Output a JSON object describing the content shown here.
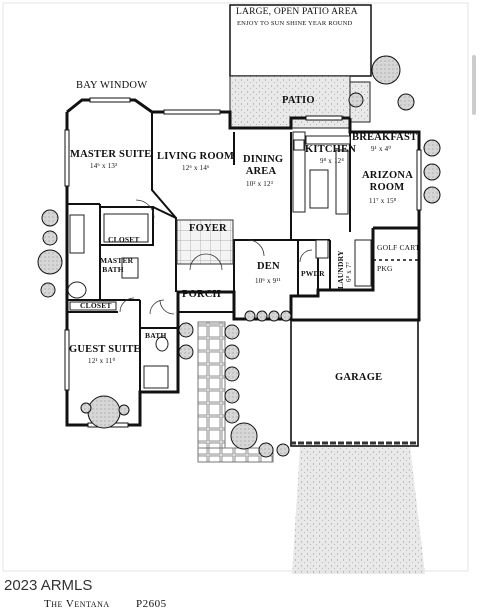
{
  "patio_note": {
    "title": "LARGE, OPEN PATIO AREA",
    "subtitle": "ENJOY TO SUN SHINE YEAR ROUND"
  },
  "labels": {
    "bay_window": "BAY WINDOW",
    "patio": "PATIO",
    "breakfast": "BREAKFAST",
    "breakfast_dim": "9¹ x 4⁰",
    "master_suite": "MASTER SUITE",
    "master_suite_dim": "14⁶ x 13³",
    "living_room": "LIVING ROOM",
    "living_room_dim": "12⁶ x 14⁶",
    "dining_area": "DINING AREA",
    "dining_area_dim": "10² x 12³",
    "kitchen": "KITCHEN",
    "kitchen_dim": "9⁸ x 12⁴",
    "arizona_room": "ARIZONA ROOM",
    "arizona_room_dim": "11⁷ x 15⁸",
    "closet_1": "CLOSET",
    "master_bath": "MASTER BATH",
    "foyer": "FOYER",
    "den": "DEN",
    "den_dim": "10⁶ x 9¹¹",
    "pwdr": "PWDR",
    "laundry": "LAUNDRY",
    "laundry_dim": "6⁸ x 7⁷",
    "golf_cart": "GOLF CART",
    "pkg": "PKG",
    "closet_2": "CLOSET",
    "porch": "PORCH",
    "guest_suite": "GUEST SUITE",
    "guest_suite_dim": "12¹ x 11⁰",
    "bath": "BATH",
    "garage": "GARAGE"
  },
  "footer": {
    "copyright": "2023 ARMLS",
    "plan_name": "The Ventana",
    "plan_number": "P2605"
  }
}
